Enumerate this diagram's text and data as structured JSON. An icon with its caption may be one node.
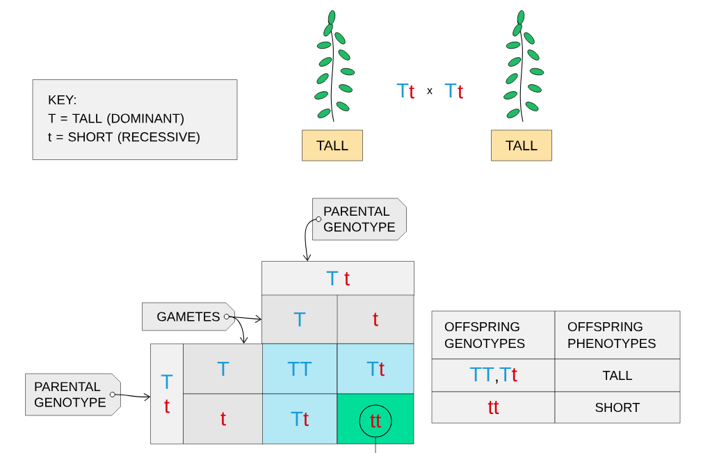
{
  "diagram": {
    "nodes": [
      {
        "text": [
          "KEY:",
          "T = TALL (DOMINANT)",
          "t = SHORT (RECESSIVE)"
        ]
      },
      {
        "text": [
          "TALL"
        ]
      },
      {
        "text": [
          "TALL"
        ]
      },
      {
        "text": [
          "PARENTAL GENOTYPE"
        ]
      },
      {
        "text": [
          "T",
          "t"
        ]
      },
      {
        "text": [
          "GAMETES"
        ]
      },
      {
        "text": [
          "T"
        ]
      },
      {
        "text": [
          "t"
        ]
      },
      {
        "text": [
          "T",
          "t"
        ]
      },
      {
        "text": [
          "T"
        ]
      },
      {
        "text": [
          "TT"
        ]
      },
      {
        "text": [
          "T",
          "t"
        ]
      },
      {
        "text": [
          "PARENTAL GENOTYPE"
        ]
      },
      {
        "text": [
          "t"
        ]
      },
      {
        "text": [
          "T",
          "t"
        ]
      },
      {
        "text": [],
        "shape": "box"
      },
      {
        "text": [
          "tt"
        ],
        "in": 15
      }
    ],
    "edges": [
      {
        "from": 3,
        "to": 4,
        "arrow": "to"
      },
      {
        "from": 5,
        "to": 6,
        "arrow": "to"
      },
      {
        "from": 5,
        "to": 9,
        "arrow": "to"
      },
      {
        "from": 12,
        "to": 8,
        "arrow": "to"
      },
      {
        "from": 16,
        "to": null,
        "arrow": "none"
      }
    ],
    "labels": [
      "T",
      "t",
      "x",
      "T",
      "t",
      "OFFSPRING GENOTYPES",
      "OFFSPRING PHENOTYPES",
      "TT",
      ",",
      "T",
      "t",
      "TALL",
      "tt",
      "SHORT"
    ]
  }
}
